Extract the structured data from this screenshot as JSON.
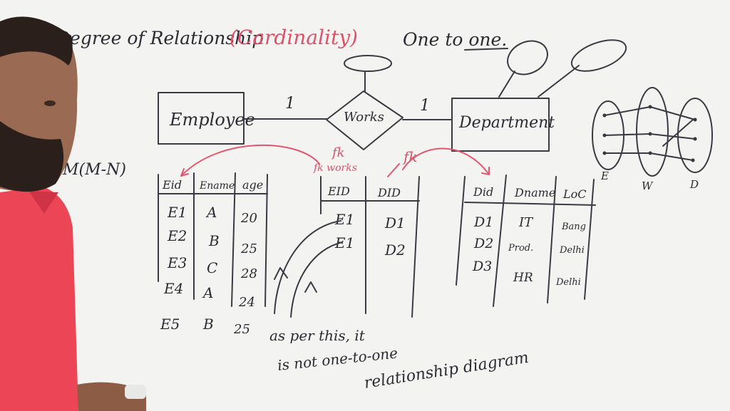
{
  "board": {
    "heading_prefix": "Degree of Relationship",
    "heading_paren": "(Cardinality)",
    "heading_suffix": "One to one.",
    "side_note": "M(M-N)"
  },
  "er_diagram": {
    "entity_left": "Employee",
    "relationship": "Works",
    "entity_right": "Department",
    "card_left": "1",
    "card_right": "1"
  },
  "fk_labels": {
    "fk1": "fk",
    "fk1_sub": "fk works",
    "fk2": "fk"
  },
  "employee_table": {
    "headers": [
      "Eid",
      "Ename",
      "age"
    ],
    "rows": [
      [
        "E1",
        "A",
        "20"
      ],
      [
        "E2",
        "B",
        "25"
      ],
      [
        "E3",
        "C",
        "28"
      ],
      [
        "E4",
        "A",
        "24"
      ],
      [
        "E5",
        "B",
        "25"
      ]
    ]
  },
  "works_table": {
    "headers": [
      "EID",
      "DID"
    ],
    "rows": [
      [
        "E1",
        "D1"
      ],
      [
        "E1",
        "D2"
      ]
    ]
  },
  "department_table": {
    "headers": [
      "Did",
      "Dname",
      "LoC"
    ],
    "rows": [
      [
        "D1",
        "IT",
        "Bang"
      ],
      [
        "D2",
        "Prod.",
        "Delhi"
      ],
      [
        "D3",
        "HR",
        "Delhi"
      ]
    ]
  },
  "mapping_labels": [
    "E",
    "W",
    "D"
  ],
  "note_lines": [
    "as per this, it",
    "is not one-to-one",
    "relationship diagram"
  ],
  "colors": {
    "board": "#f3f3f1",
    "marker_black": "#2b2b33",
    "marker_red": "#e0506a",
    "shirt": "#ec4656"
  }
}
